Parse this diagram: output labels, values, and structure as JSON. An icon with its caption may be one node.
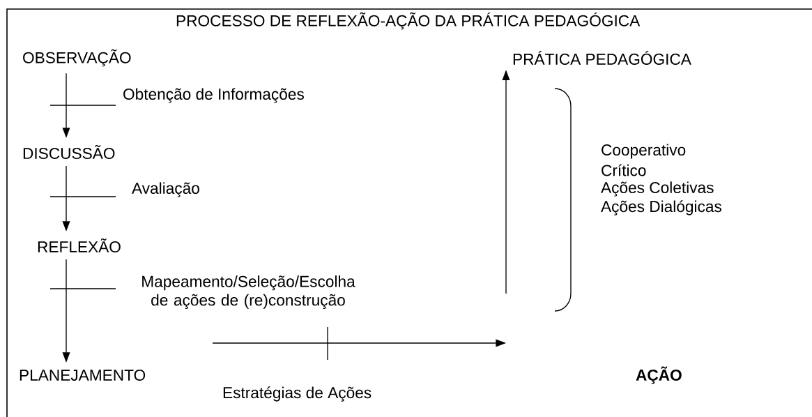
{
  "diagram": {
    "title": "PROCESSO DE REFLEXÃO-AÇÃO DA PRÁTICA PEDAGÓGICA",
    "nodes": [
      {
        "text": [
          "OBSERVAÇÃO"
        ]
      },
      {
        "text": [
          "DISCUSSÃO"
        ]
      },
      {
        "text": [
          "REFLEXÃO"
        ]
      },
      {
        "text": [
          "PLANEJAMENTO"
        ]
      },
      {
        "text": [
          "AÇÃO"
        ]
      },
      {
        "text": [
          "PRÁTICA PEDAGÓGICA"
        ]
      }
    ],
    "edges": [
      {
        "from": 0,
        "to": 1,
        "arrow": "to",
        "label": "Obtenção de Informações"
      },
      {
        "from": 1,
        "to": 2,
        "arrow": "to",
        "label": "Avaliação"
      },
      {
        "from": 2,
        "to": 3,
        "arrow": "to",
        "label": "Mapeamento/Seleção/Escolha de ações de (re)construção"
      },
      {
        "from": null,
        "to": 5,
        "arrow": "to"
      }
    ],
    "labels": [
      "Cooperativo",
      "Crítico",
      "Ações Coletivas",
      "Ações Dialógicas",
      "Estratégias de Ações"
    ]
  }
}
